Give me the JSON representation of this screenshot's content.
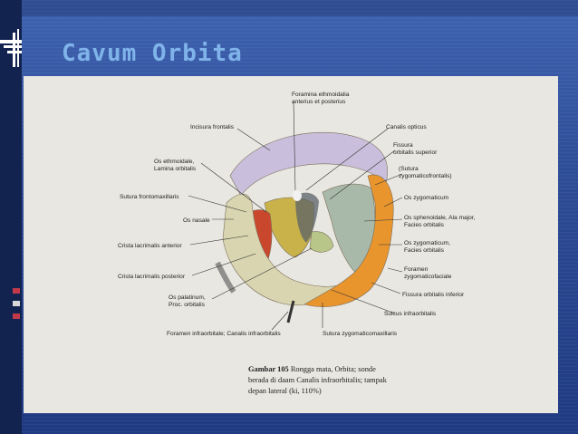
{
  "slide": {
    "title": "Cavum Orbita"
  },
  "figure": {
    "labels_left": {
      "incisura_frontalis": "Incisura frontalis",
      "os_ethmoidale_1": "Os ethmoidale,",
      "os_ethmoidale_2": "Lamina orbitalis",
      "sutura_frontomaxillaris": "Sutura frontomaxillaris",
      "os_nasale": "Os nasale",
      "crista_lacrimalis_anterior": "Crista lacrimalis anterior",
      "crista_lacrimalis_posterior": "Crista lacrimalis posterior",
      "os_palatinum_1": "Os palatinum,",
      "os_palatinum_2": "Proc. orbitalis",
      "foramen_infraorbitale": "Foramen infraorbitale; Canalis infraorbitalis"
    },
    "labels_right": {
      "foramina_ethmoidalia_1": "Foramina ethmoidalia",
      "foramina_ethmoidalia_2": "anterius et posterius",
      "canalis_opticus": "Canalis opticus",
      "fissura_orbitalis_superior_1": "Fissura",
      "fissura_orbitalis_superior_2": "orbitalis superior",
      "sutura_zygomaticofrontalis_1": "(Sutura",
      "sutura_zygomaticofrontalis_2": "zygomaticofrontalis)",
      "os_zygomaticum": "Os zygomaticum",
      "os_sphenoidale_1": "Os sphenoidale, Ala major,",
      "os_sphenoidale_2": "Facies orbitalis",
      "os_zygomaticum_facies_1": "Os zygomaticum,",
      "os_zygomaticum_facies_2": "Facies orbitalis",
      "foramen_zygomaticofaciale_1": "Foramen",
      "foramen_zygomaticofaciale_2": "zygomaticofaciale",
      "fissura_orbitalis_inferior": "Fissura orbitalis inferior",
      "sulcus_infraorbitalis": "Sulcus infraorbitalis",
      "sutura_zygomaticomaxillaris": "Sutura zygomaticomaxillaris"
    },
    "caption": {
      "number": "Gambar 105",
      "line1": "Rongga mata, Orbita; sonde",
      "line2": "berada di daam Canalis infraorbitalis; tampak",
      "line3": "depan lateral (ki, 110%)"
    },
    "colors": {
      "frontal": "#c9bfdc",
      "ethmoid": "#c9b24a",
      "lacrimal": "#c9482d",
      "maxilla": "#d8d5b0",
      "zygomatic": "#e9952e",
      "sphenoid_greater": "#a9b9a9",
      "palatine": "#b9c68a"
    }
  }
}
